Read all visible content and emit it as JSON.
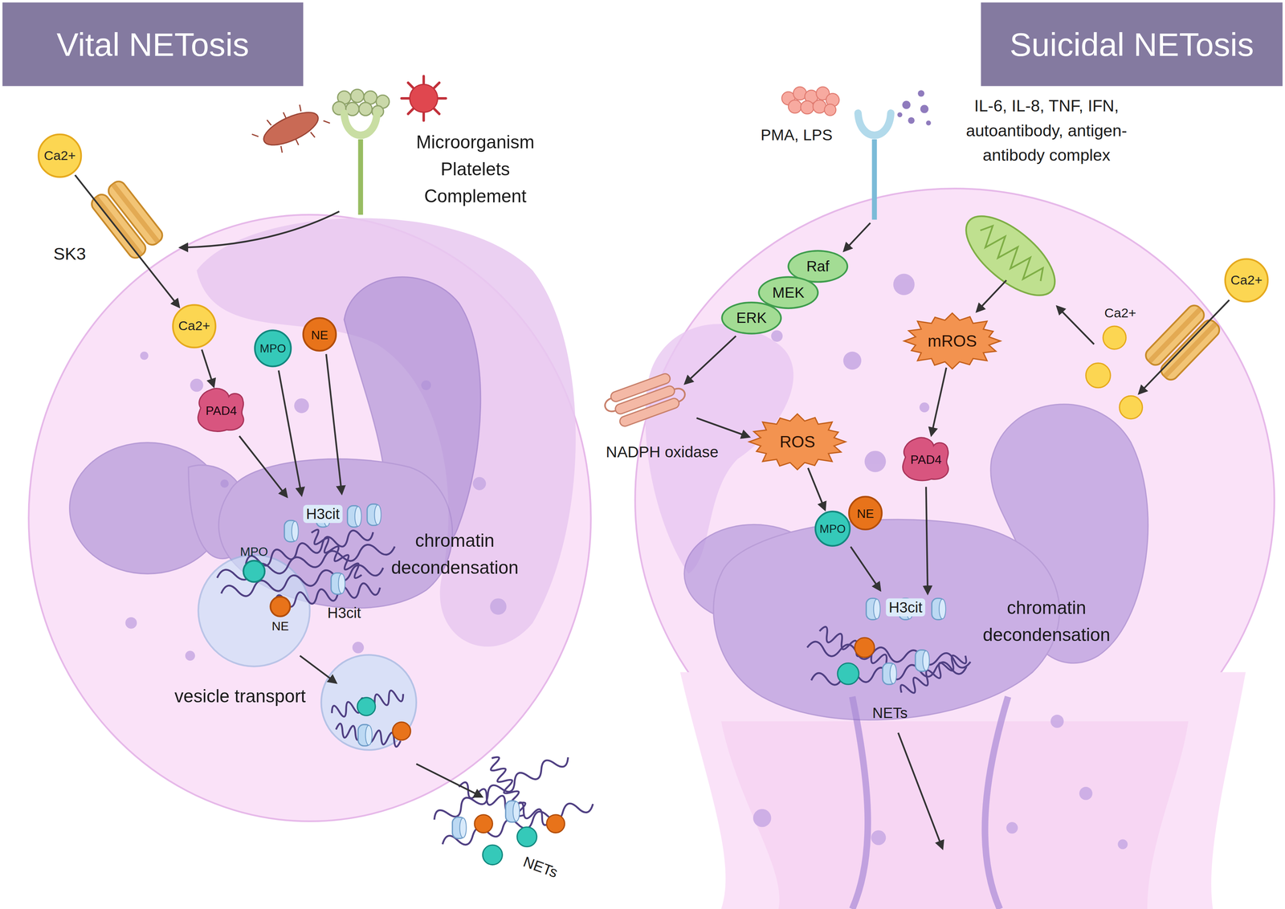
{
  "diagram": {
    "nodes": [
      {
        "text": [
          "Vital NETosis"
        ]
      },
      {
        "text": [
          "Suicidal NETosis"
        ]
      },
      {
        "text": [
          "Ca2+"
        ]
      },
      {
        "text": [
          "Ca2+"
        ]
      },
      {
        "text": [
          "MPO"
        ]
      },
      {
        "text": [
          "NE"
        ]
      },
      {
        "text": [
          "PAD4"
        ]
      },
      {
        "text": [
          "MPO"
        ]
      },
      {
        "text": [
          "NE"
        ]
      },
      {
        "text": [
          "Raf"
        ]
      },
      {
        "text": [
          "MEK"
        ]
      },
      {
        "text": [
          "ERK"
        ]
      },
      {
        "text": [
          "mROS"
        ]
      },
      {
        "text": [
          "ROS"
        ]
      },
      {
        "text": [
          "MPO"
        ]
      },
      {
        "text": [
          "NE"
        ]
      },
      {
        "text": [
          "PAD4"
        ]
      },
      {
        "text": [
          "Ca2+"
        ]
      }
    ],
    "edges": [
      {
        "from": 2,
        "to": 3,
        "arrow": "to"
      },
      {
        "from": 3,
        "to": 6,
        "arrow": "to"
      },
      {
        "from": 12,
        "to": 16,
        "arrow": "to"
      },
      {
        "from": 13,
        "to": 14,
        "arrow": "to"
      }
    ],
    "labels": [
      "Microorganism Platelets Complement",
      "SK3",
      "H3cit",
      "chromatin decondensation",
      "H3cit",
      "vesicle transport",
      "NETs",
      "PMA, LPS",
      "IL-6, IL-8, TNF, IFN, autoantibody, antigen-antibody complex",
      "Ca2+",
      "NADPH oxidase",
      "H3cit",
      "chromatin decondensation",
      "NETs"
    ]
  }
}
